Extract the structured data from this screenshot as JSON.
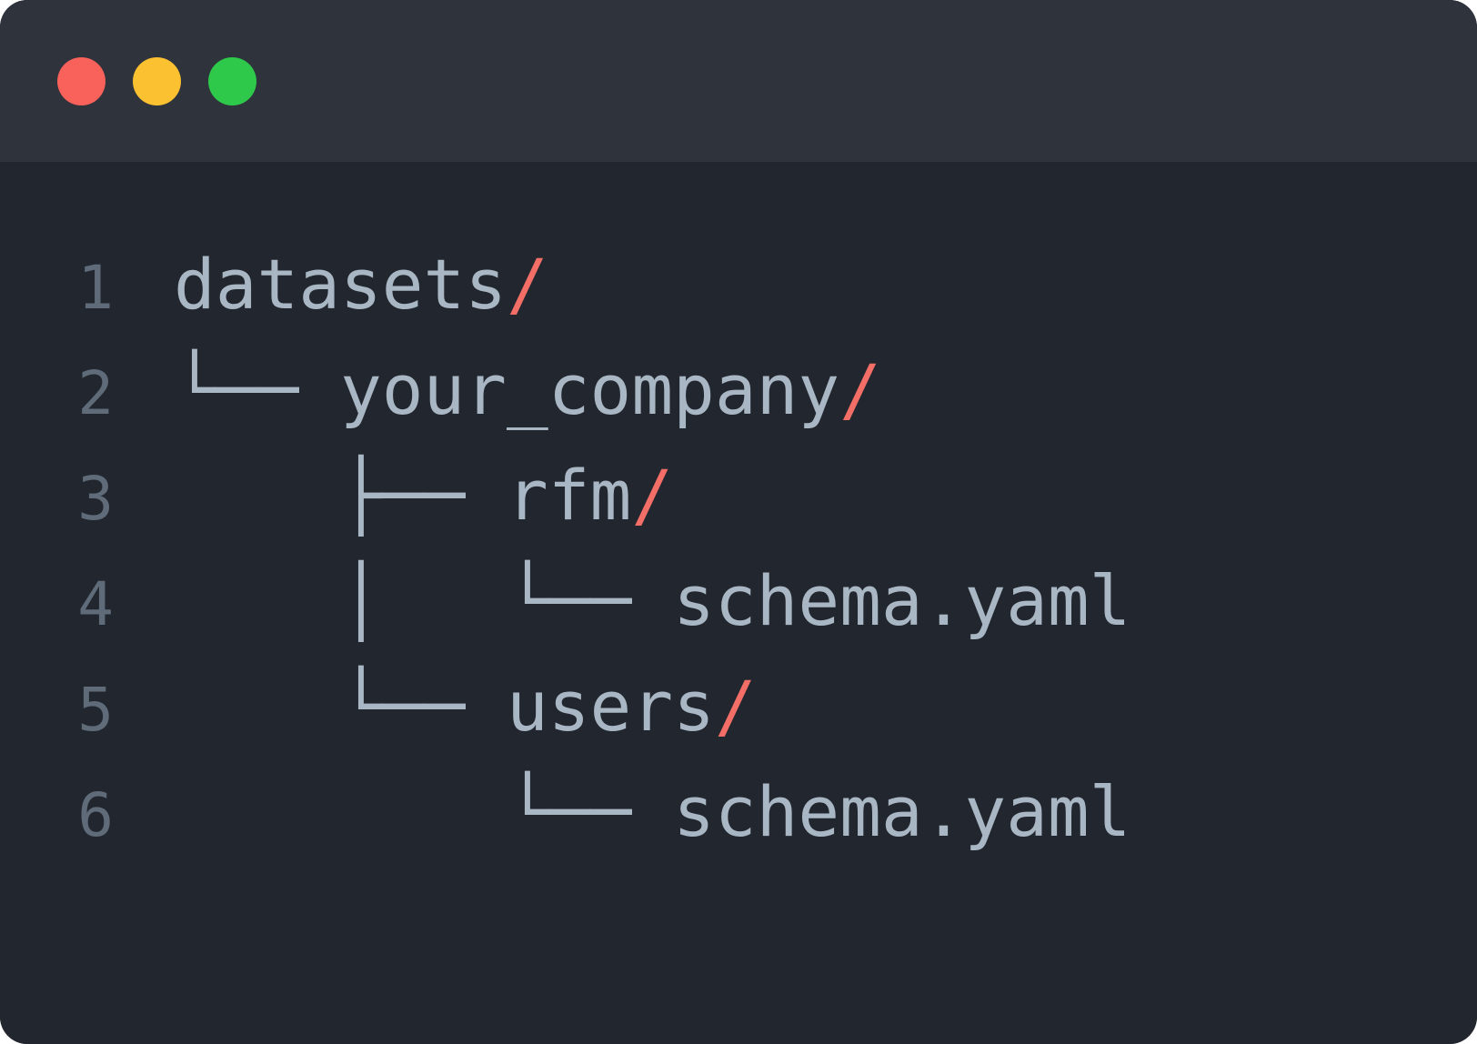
{
  "window": {
    "kind": "code-window",
    "title_bar": {
      "buttons": [
        {
          "name": "close",
          "color": "#f9615b"
        },
        {
          "name": "minimize",
          "color": "#fcc130"
        },
        {
          "name": "maximize",
          "color": "#2ec84a"
        }
      ]
    },
    "colors": {
      "page_bg": "#ffffff",
      "title_bar_bg": "#2f333c",
      "editor_bg": "#22272f",
      "text": "#a9b6c4",
      "separator": "#f26e66",
      "line_number": "#5f6b79"
    }
  },
  "editor": {
    "lines": [
      {
        "num": "1",
        "segments": [
          {
            "type": "text",
            "text": "datasets"
          },
          {
            "type": "slash",
            "text": "/"
          }
        ]
      },
      {
        "num": "2",
        "segments": [
          {
            "type": "text",
            "text": "└── your_company"
          },
          {
            "type": "slash",
            "text": "/"
          }
        ]
      },
      {
        "num": "3",
        "segments": [
          {
            "type": "text",
            "text": "    ├── rfm"
          },
          {
            "type": "slash",
            "text": "/"
          }
        ]
      },
      {
        "num": "4",
        "segments": [
          {
            "type": "text",
            "text": "    │   └── schema.yaml"
          }
        ]
      },
      {
        "num": "5",
        "segments": [
          {
            "type": "text",
            "text": "    └── users"
          },
          {
            "type": "slash",
            "text": "/"
          }
        ]
      },
      {
        "num": "6",
        "segments": [
          {
            "type": "text",
            "text": "        └── schema.yaml"
          }
        ]
      }
    ]
  }
}
